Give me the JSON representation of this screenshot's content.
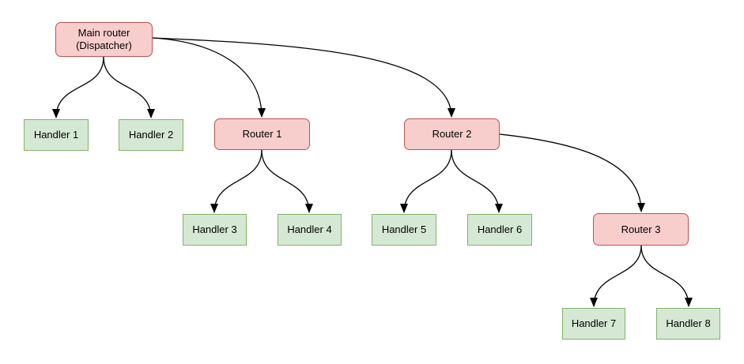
{
  "colors": {
    "router_fill": "#f8cecc",
    "router_border": "#b85450",
    "handler_fill": "#d5e8d4",
    "handler_border": "#82b366",
    "edge_color": "#000000"
  },
  "diagram": {
    "nodes": {
      "main_router": {
        "type": "router",
        "line1": "Main router",
        "line2": "(Dispatcher)"
      },
      "router_1": {
        "type": "router",
        "label": "Router 1"
      },
      "router_2": {
        "type": "router",
        "label": "Router 2"
      },
      "router_3": {
        "type": "router",
        "label": "Router 3"
      },
      "handler_1": {
        "type": "handler",
        "label": "Handler 1"
      },
      "handler_2": {
        "type": "handler",
        "label": "Handler 2"
      },
      "handler_3": {
        "type": "handler",
        "label": "Handler 3"
      },
      "handler_4": {
        "type": "handler",
        "label": "Handler 4"
      },
      "handler_5": {
        "type": "handler",
        "label": "Handler 5"
      },
      "handler_6": {
        "type": "handler",
        "label": "Handler 6"
      },
      "handler_7": {
        "type": "handler",
        "label": "Handler 7"
      },
      "handler_8": {
        "type": "handler",
        "label": "Handler 8"
      }
    },
    "edges": [
      {
        "from": "main_router",
        "to": "handler_1"
      },
      {
        "from": "main_router",
        "to": "handler_2"
      },
      {
        "from": "main_router",
        "to": "router_1"
      },
      {
        "from": "main_router",
        "to": "router_2"
      },
      {
        "from": "router_1",
        "to": "handler_3"
      },
      {
        "from": "router_1",
        "to": "handler_4"
      },
      {
        "from": "router_2",
        "to": "handler_5"
      },
      {
        "from": "router_2",
        "to": "handler_6"
      },
      {
        "from": "router_2",
        "to": "router_3"
      },
      {
        "from": "router_3",
        "to": "handler_7"
      },
      {
        "from": "router_3",
        "to": "handler_8"
      }
    ]
  }
}
